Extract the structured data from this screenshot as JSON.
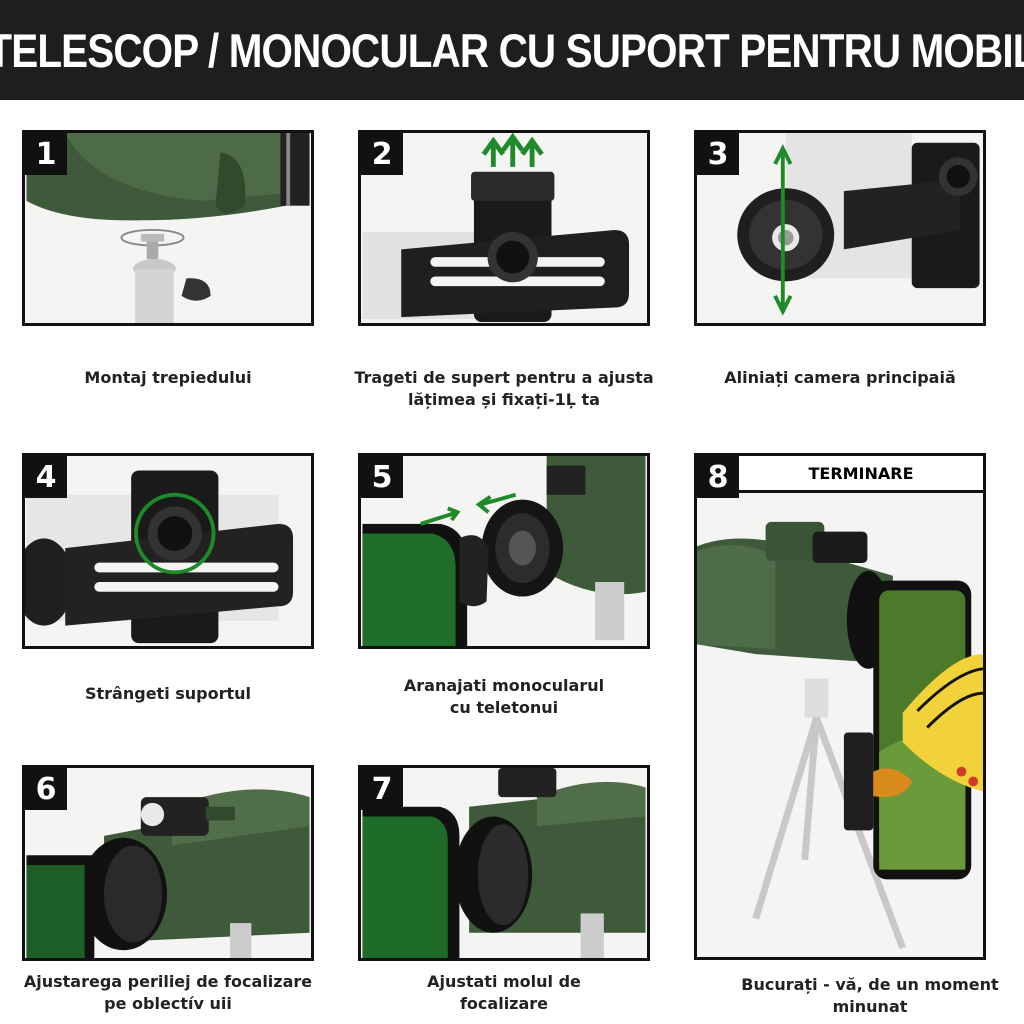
{
  "title": "TELESCOP / MONOCULAR CU SUPORT PENTRU MOBIL",
  "steps": [
    {
      "number": "1",
      "caption": "Montaj trepiedului"
    },
    {
      "number": "2",
      "caption": "Trageti de supert pentru a ajusta lățimea și fixați-1Ļ ta"
    },
    {
      "number": "3",
      "caption": "Aliniați camera principaiă"
    },
    {
      "number": "4",
      "caption": "Strângeti suportul"
    },
    {
      "number": "5",
      "caption": "Aranajati monocularul cu teletonui"
    },
    {
      "number": "6",
      "caption": "Ajustarega periliej de focalizare pe oblectív uii"
    },
    {
      "number": "7",
      "caption": "Ajustati molul de focalizare"
    },
    {
      "number": "8",
      "caption": "Bucurați - vă, de un moment minunat",
      "header": "TERMINARE"
    }
  ],
  "colors": {
    "banner": "#1e1e1e",
    "device_green": "#3e5a3a",
    "arrow_green": "#1e8a2a"
  }
}
